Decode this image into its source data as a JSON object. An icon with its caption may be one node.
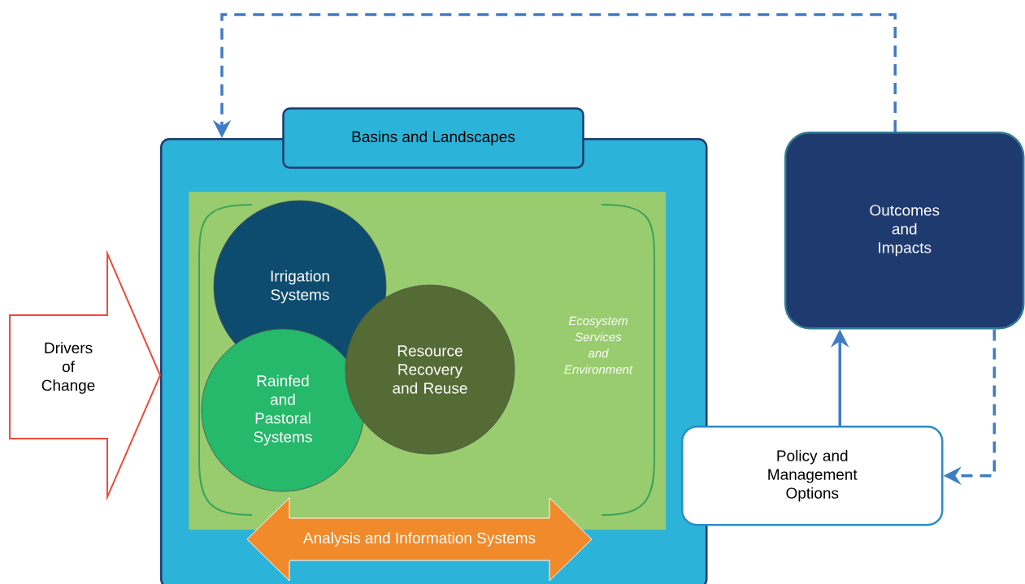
{
  "diagram": {
    "nodes": [
      {
        "text": [
          "Basins and Landscapes"
        ]
      },
      {
        "text": [
          "Ecosystem Services and Environment"
        ],
        "in": 0
      },
      {
        "text": [
          "Irrigation Systems"
        ],
        "in": 1
      },
      {
        "text": [
          "Rainfed and Pastoral Systems"
        ],
        "in": 1
      },
      {
        "text": [
          "Resource Recovery and Reuse"
        ],
        "in": 1
      },
      {
        "text": [
          "Analysis and Information Systems"
        ],
        "in": 0
      },
      {
        "text": [
          "Drivers of Change"
        ]
      },
      {
        "text": [
          "Outcomes and Impacts"
        ]
      },
      {
        "text": [
          "Policy and Management Options"
        ]
      }
    ],
    "edges": [
      {
        "from": 8,
        "to": 7,
        "arrow": "to"
      },
      {
        "from": 7,
        "to": 8,
        "arrow": "to",
        "style": "dashed"
      },
      {
        "from": 7,
        "to": 0,
        "arrow": "to",
        "style": "dashed"
      }
    ]
  }
}
